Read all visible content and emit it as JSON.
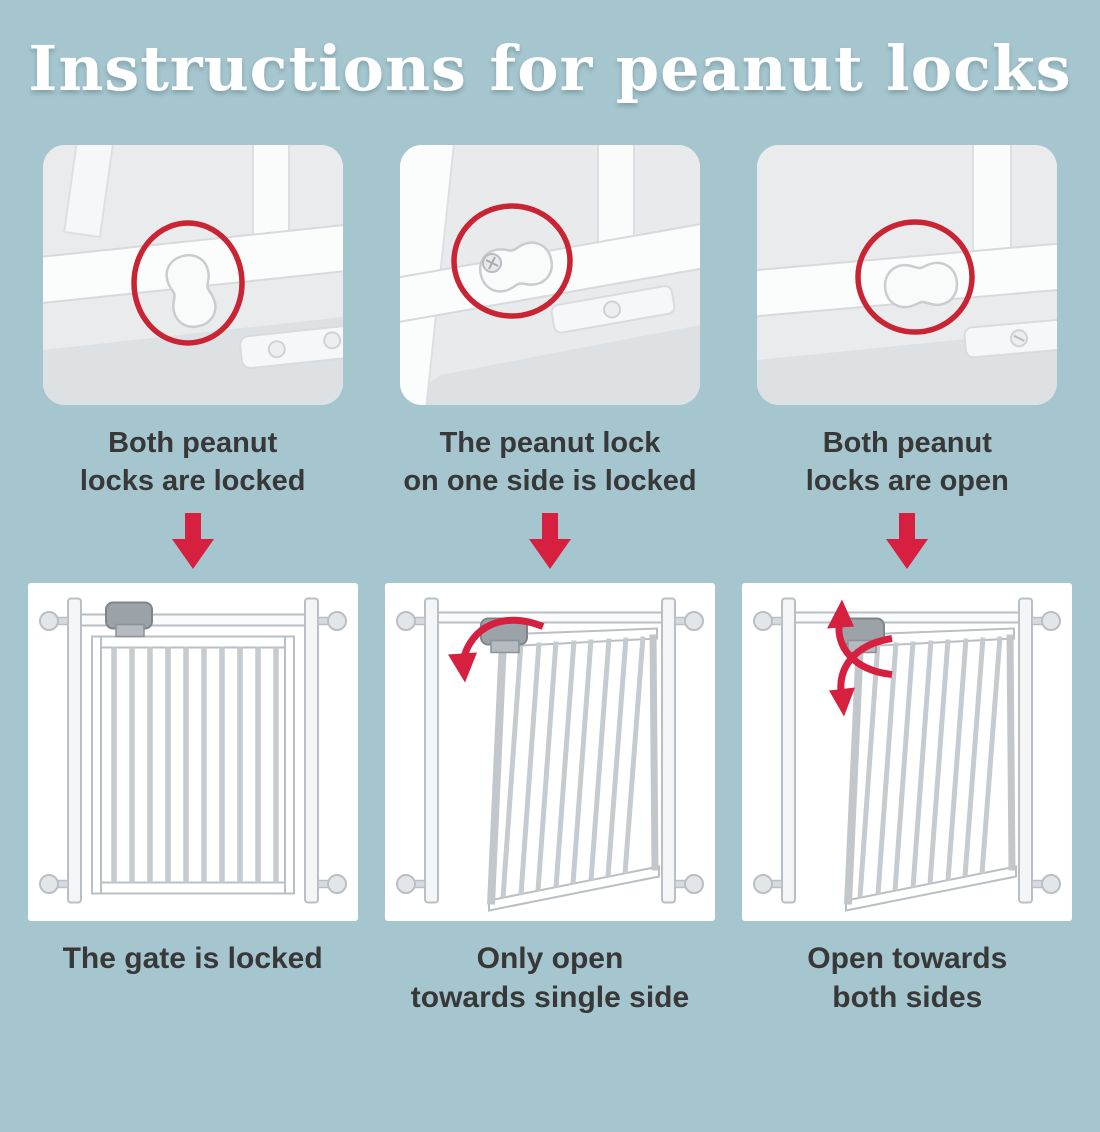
{
  "page": {
    "title": "Instructions for peanut locks",
    "background_color": "#a5c6cf"
  },
  "colors": {
    "annotation_circle_red": "#c92433",
    "arrow_red": "#d71f3f",
    "caption_text": "#383838",
    "title_text": "#ffffff"
  },
  "icons": {
    "annotation_circle": "red-ellipse-outline",
    "down_arrow": "solid-red-down-arrow",
    "swing_arrow_single": "curved-red-arrow-one-direction",
    "swing_arrow_double": "curved-red-arrows-both-directions"
  },
  "columns": [
    {
      "photo_subject": "both peanut locks in locked (vertical) position",
      "top_caption_lines": [
        "Both peanut",
        "locks are locked"
      ],
      "illustration_subject": "gate closed and locked",
      "bottom_caption_lines": [
        "The gate is locked"
      ]
    },
    {
      "photo_subject": "peanut lock on one side in locked position with screw",
      "top_caption_lines": [
        "The peanut lock",
        "on one side is locked"
      ],
      "illustration_subject": "gate opening toward a single side",
      "bottom_caption_lines": [
        "Only open",
        "towards single side"
      ]
    },
    {
      "photo_subject": "both peanut locks in open (horizontal) position",
      "top_caption_lines": [
        "Both peanut",
        "locks are open"
      ],
      "illustration_subject": "gate opening toward both sides",
      "bottom_caption_lines": [
        "Open towards",
        "both sides"
      ]
    }
  ]
}
